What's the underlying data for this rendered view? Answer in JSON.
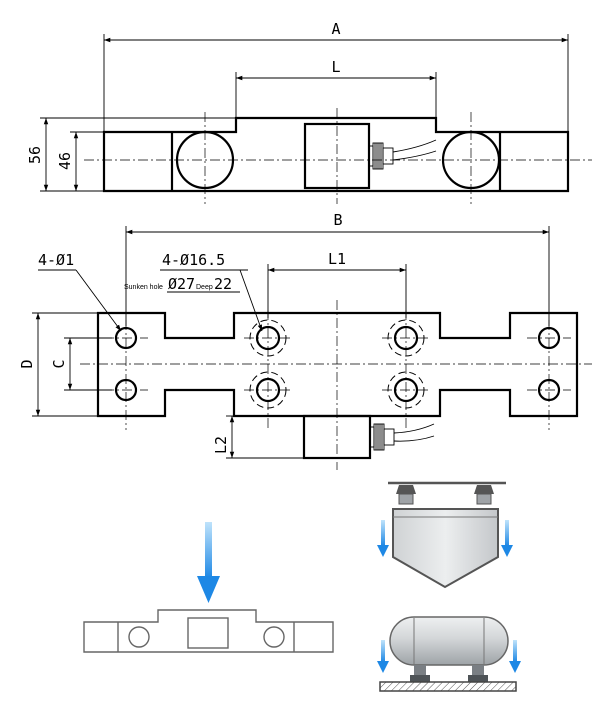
{
  "top_view": {
    "dim_a": "A",
    "dim_l": "L",
    "dim_56": "56",
    "dim_46": "46"
  },
  "plan_view": {
    "dim_b": "B",
    "dim_l1": "L1",
    "dim_d": "D",
    "dim_c": "C",
    "dim_l2": "L2",
    "hole_small": "4-Ø1",
    "hole_large": "4-Ø16.5",
    "sunken_hole_label": "Sunken hole",
    "sunken_hole_dia": "Ø27",
    "deep_label": "Deep",
    "deep_value": "22"
  },
  "colors": {
    "line": "#000000",
    "arrow_blue": "#1e88e5",
    "tank_gray": "#c8cbce",
    "hopper_gray": "#d9dcde"
  }
}
